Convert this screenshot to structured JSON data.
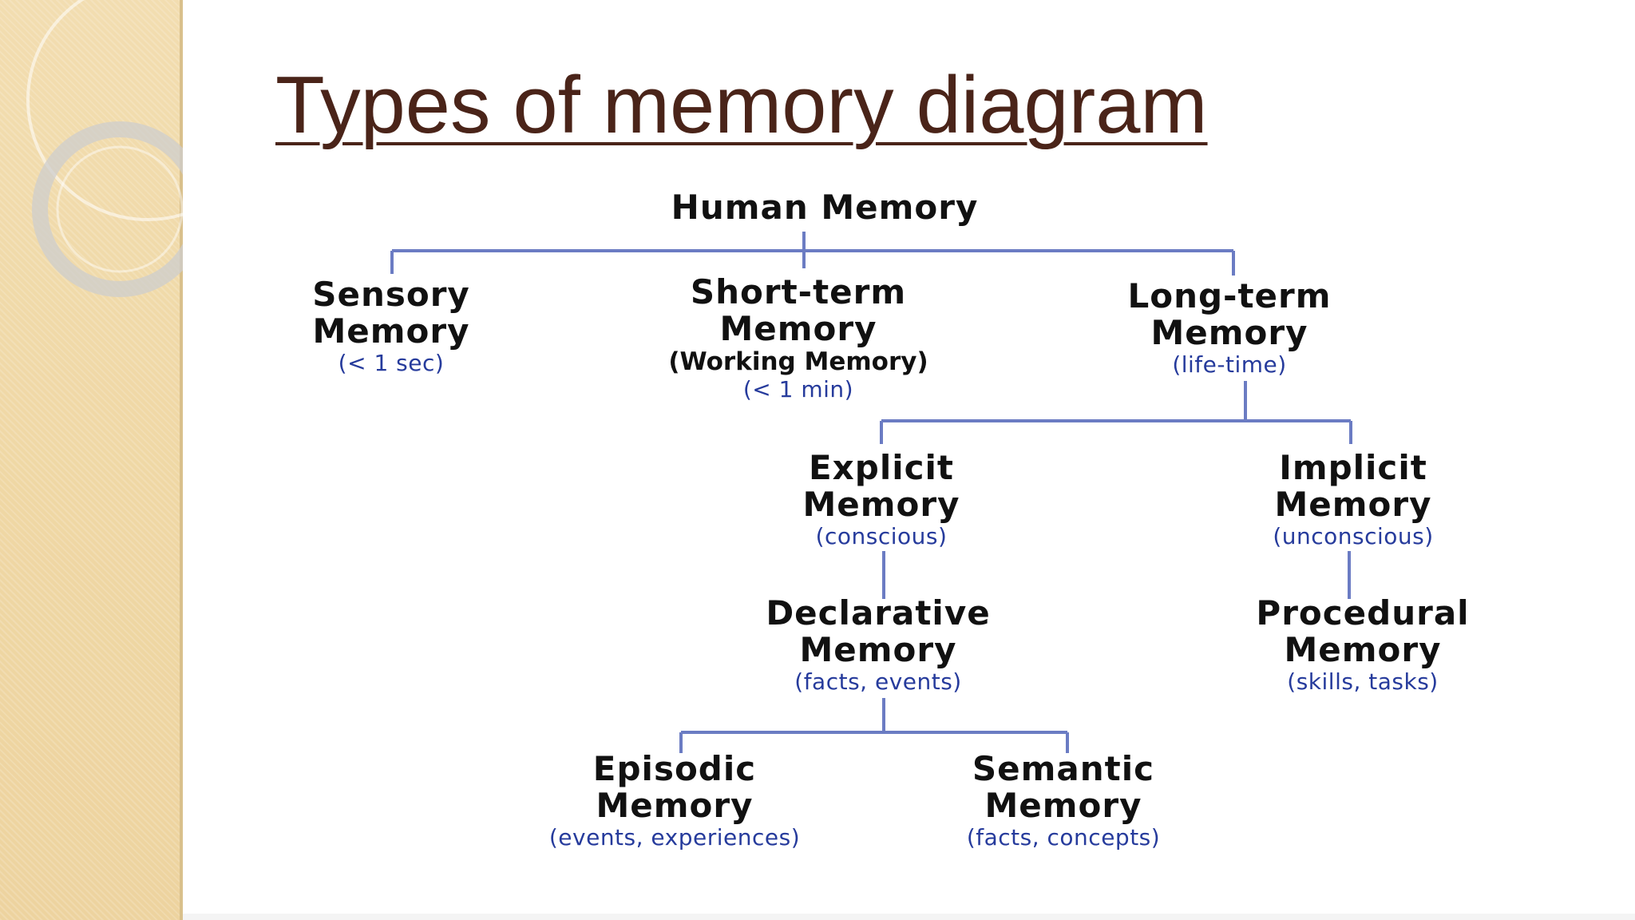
{
  "slide": {
    "title": "Types of memory diagram",
    "colors": {
      "title": "#4a2419",
      "node_title": "#111111",
      "node_subtitle": "#263b9c",
      "connector": "#6b7cc3",
      "side_panel": "#efd7a4"
    }
  },
  "diagram": {
    "root": {
      "title": "Human Memory"
    },
    "sensory": {
      "line1": "Sensory",
      "line2": "Memory",
      "sub": "(< 1 sec)"
    },
    "short_term": {
      "line1": "Short-term",
      "line2": "Memory",
      "line3": "(Working Memory)",
      "sub": "(< 1 min)"
    },
    "long_term": {
      "line1": "Long-term",
      "line2": "Memory",
      "sub": "(life-time)"
    },
    "explicit": {
      "line1": "Explicit",
      "line2": "Memory",
      "sub": "(conscious)"
    },
    "implicit": {
      "line1": "Implicit",
      "line2": "Memory",
      "sub": "(unconscious)"
    },
    "declarative": {
      "line1": "Declarative",
      "line2": "Memory",
      "sub": "(facts, events)"
    },
    "procedural": {
      "line1": "Procedural",
      "line2": "Memory",
      "sub": "(skills, tasks)"
    },
    "episodic": {
      "line1": "Episodic",
      "line2": "Memory",
      "sub": "(events, experiences)"
    },
    "semantic": {
      "line1": "Semantic",
      "line2": "Memory",
      "sub": "(facts, concepts)"
    }
  }
}
